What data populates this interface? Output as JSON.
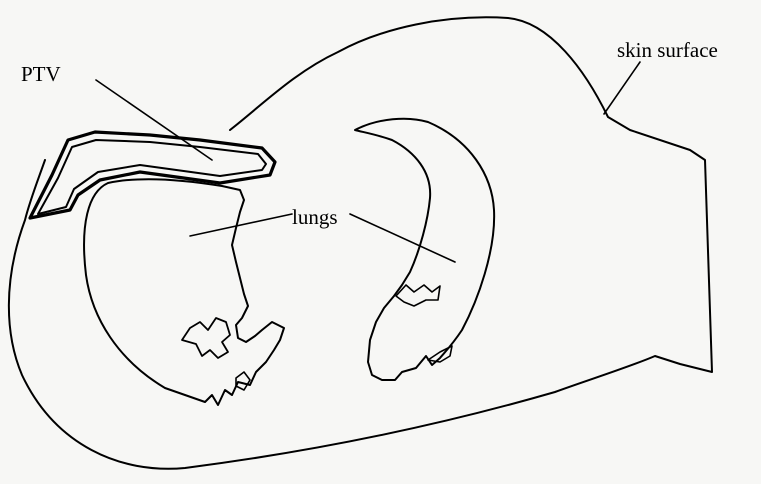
{
  "labels": {
    "ptv": "PTV",
    "lungs": "lungs",
    "skin": "skin surface"
  },
  "colors": {
    "line": "#000000",
    "background": "#f7f7f5"
  }
}
